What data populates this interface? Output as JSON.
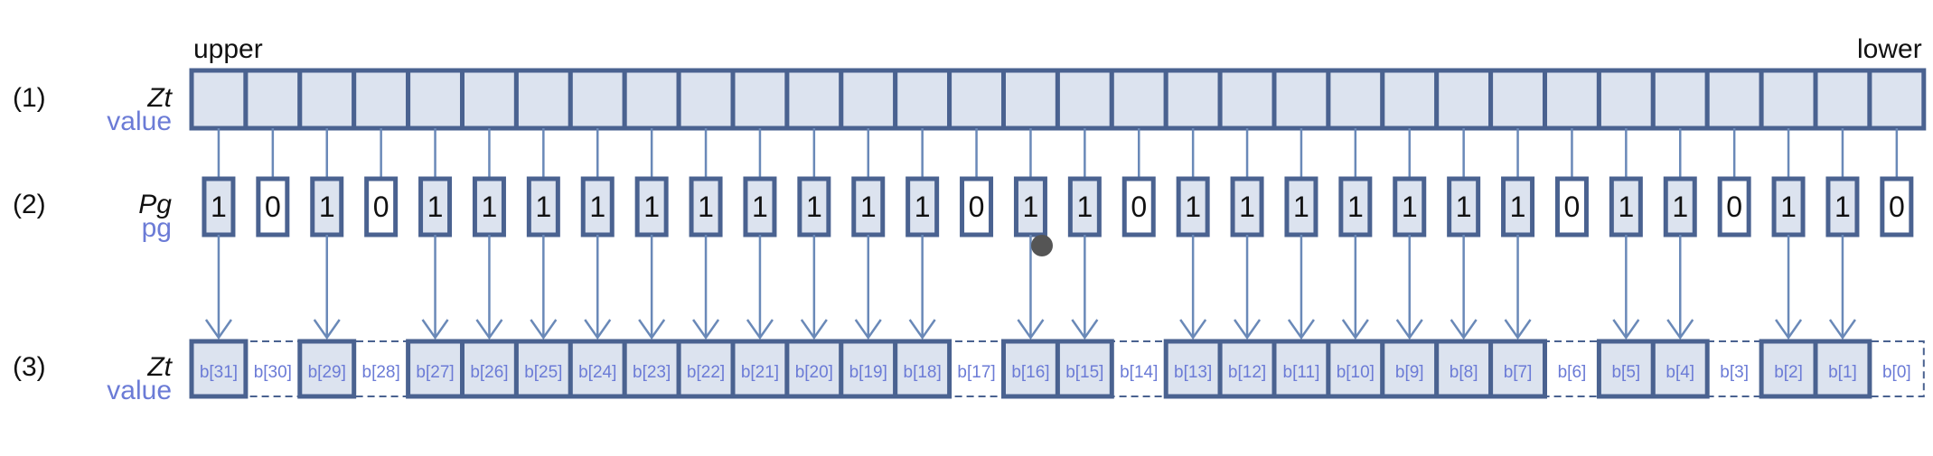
{
  "colors": {
    "fill": "#dce3ef",
    "stroke": "#4a6290",
    "arrow": "#6a89b8",
    "subtext": "#6b7bd6",
    "dot": "#555555"
  },
  "ends": {
    "upper": "upper",
    "lower": "lower"
  },
  "rows": [
    {
      "index": "(1)",
      "name": "Zt",
      "sub": "value"
    },
    {
      "index": "(2)",
      "name": "Pg",
      "sub": "pg"
    },
    {
      "index": "(3)",
      "name": "Zt",
      "sub": "value"
    }
  ],
  "predicate_bits": [
    "1",
    "0",
    "1",
    "0",
    "1",
    "1",
    "1",
    "1",
    "1",
    "1",
    "1",
    "1",
    "1",
    "1",
    "0",
    "1",
    "1",
    "0",
    "1",
    "1",
    "1",
    "1",
    "1",
    "1",
    "1",
    "0",
    "1",
    "1",
    "0",
    "1",
    "1",
    "0"
  ],
  "result_labels": [
    "b[31]",
    "b[30]",
    "b[29]",
    "b[28]",
    "b[27]",
    "b[26]",
    "b[25]",
    "b[24]",
    "b[23]",
    "b[22]",
    "b[21]",
    "b[20]",
    "b[19]",
    "b[18]",
    "b[17]",
    "b[16]",
    "b[15]",
    "b[14]",
    "b[13]",
    "b[12]",
    "b[11]",
    "b[10]",
    "b[9]",
    "b[8]",
    "b[7]",
    "b[6]",
    "b[5]",
    "b[4]",
    "b[3]",
    "b[2]",
    "b[1]",
    "b[0]"
  ]
}
